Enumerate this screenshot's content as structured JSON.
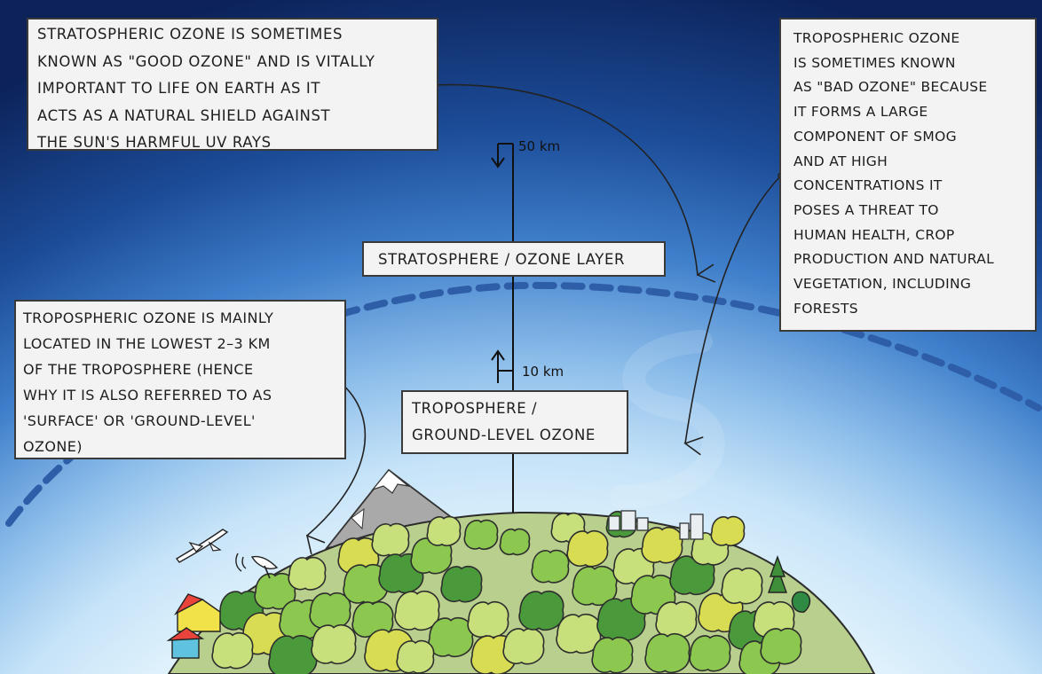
{
  "callouts": {
    "stratospheric_good_ozone": "STRATOSPHERIC OZONE IS SOMETIMES\nKNOWN AS \"GOOD OZONE\" AND IS VITALLY\nIMPORTANT TO LIFE ON EARTH AS IT\nACTS AS A NATURAL SHIELD  AGAINST\nTHE SUN'S HARMFUL UV RAYS",
    "tropospheric_bad_ozone": "TROPOSPHERIC OZONE\n IS SOMETIMES KNOWN\nAS \"BAD OZONE\" BECAUSE\nIT FORMS A LARGE\nCOMPONENT OF SMOG\nAND AT HIGH\nCONCENTRATIONS IT\nPOSES A THREAT TO\nHUMAN HEALTH, CROP\nPRODUCTION AND NATURAL\nVEGETATION, INCLUDING\nFORESTS",
    "tropospheric_location": "TROPOSPHERIC OZONE IS MAINLY\nLOCATED IN THE LOWEST 2–3 KM\nOF THE TROPOSPHERE (HENCE\nWHY IT IS ALSO REFERRED TO AS\n'SURFACE' OR 'GROUND-LEVEL'\nOZONE)"
  },
  "layers": {
    "stratosphere": "STRATOSPHERE / OZONE LAYER",
    "troposphere_line1": "TROPOSPHERE /",
    "troposphere_line2": "GROUND-LEVEL OZONE"
  },
  "altitudes": {
    "top": "50 km",
    "boundary": "10 km"
  },
  "colors": {
    "space_dark": "#0d2a66",
    "sky_blue": "#5fa4e0",
    "atmosphere_glow": "#c6e6fa",
    "ozone_dashed_line": "#2f5ea8",
    "ground": "#b9cf8d",
    "tree_dark": "#4a9a3c",
    "tree_mid": "#8cc74f",
    "tree_light": "#c7e07b",
    "tree_yellow": "#d8dc52"
  }
}
